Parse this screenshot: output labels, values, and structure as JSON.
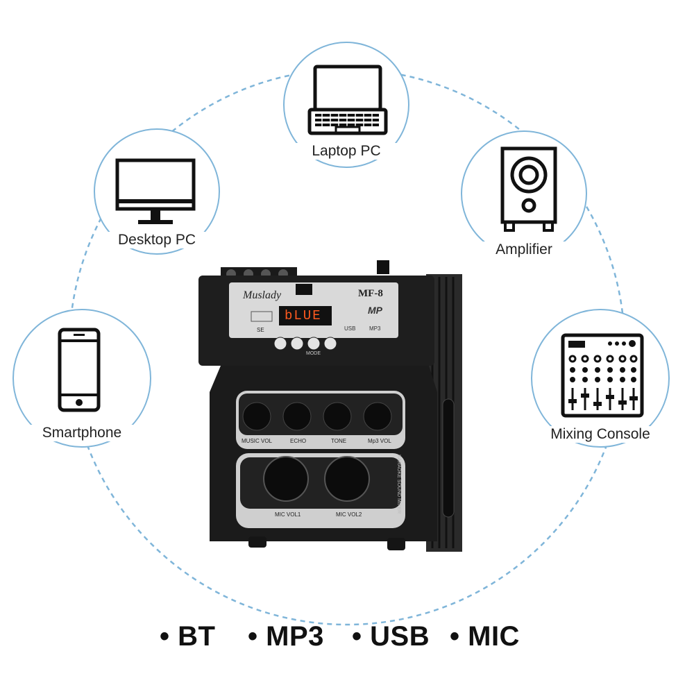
{
  "nodes": {
    "laptop": {
      "label": "Laptop PC",
      "icon": "laptop-icon"
    },
    "desktop": {
      "label": "Desktop PC",
      "icon": "monitor-icon"
    },
    "amplifier": {
      "label": "Amplifier",
      "icon": "speaker-icon"
    },
    "smartphone": {
      "label": "Smartphone",
      "icon": "smartphone-icon"
    },
    "mixing_console": {
      "label": "Mixing Console",
      "icon": "mixer-icon"
    }
  },
  "device": {
    "brand": "Muslady",
    "model": "MF-8",
    "display": "bLUE",
    "usb_label": "USB",
    "mp3_label": "MP3",
    "mp3_badge": "MP",
    "se_label": "SE",
    "mode_label": "MODE",
    "side_label": "KARAOKE SOUND MIXER",
    "knobs": [
      "MUSIC VOL",
      "ECHO",
      "TONE",
      "Mp3 VOL"
    ],
    "mic_knobs": [
      "MIC VOL1",
      "MIC VOL2"
    ]
  },
  "features": [
    "BT",
    "MP3",
    "USB",
    "MIC"
  ],
  "colors": {
    "ring": "#7fb5d9",
    "display": "#ff5a1f",
    "body": "#1e1e1e"
  }
}
